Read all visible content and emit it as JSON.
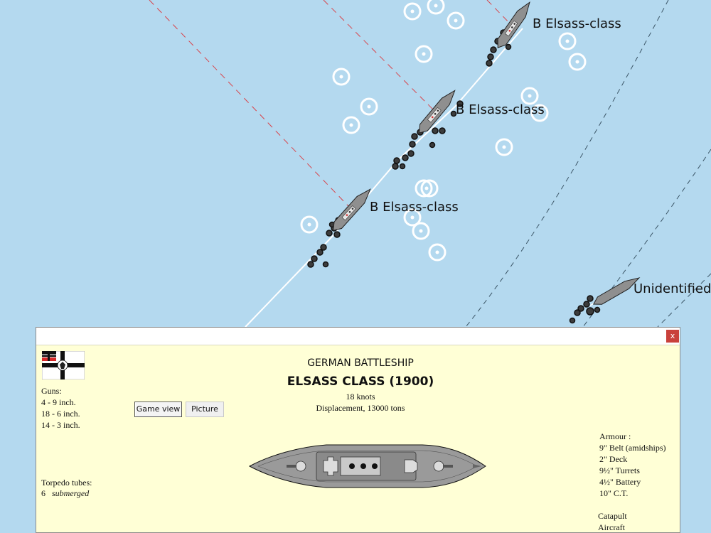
{
  "map": {
    "ship_labels": [
      "B Elsass-class",
      "B Elsass-class",
      "B Elsass-class",
      "Unidentified"
    ]
  },
  "panel": {
    "close_label": "x",
    "category": "GERMAN BATTLESHIP",
    "class_name": "ELSASS CLASS (1900)",
    "speed": "18 knots",
    "displacement": "Displacement, 13000 tons",
    "guns_heading": "Guns:",
    "guns": [
      "4 - 9 inch.",
      "18 - 6 inch.",
      "14 - 3 inch."
    ],
    "torpedo_heading": "Torpedo tubes:",
    "torpedo_count": "6",
    "torpedo_type": "submerged",
    "tabs": [
      "Game view",
      "Picture"
    ],
    "armour_heading": "Armour :",
    "armour": [
      "9\" Belt (amidships)",
      "2\" Deck",
      "9½\" Turrets",
      "4½\" Battery",
      "10\" C.T."
    ],
    "extras": [
      "Catapult",
      "Aircraft"
    ]
  }
}
